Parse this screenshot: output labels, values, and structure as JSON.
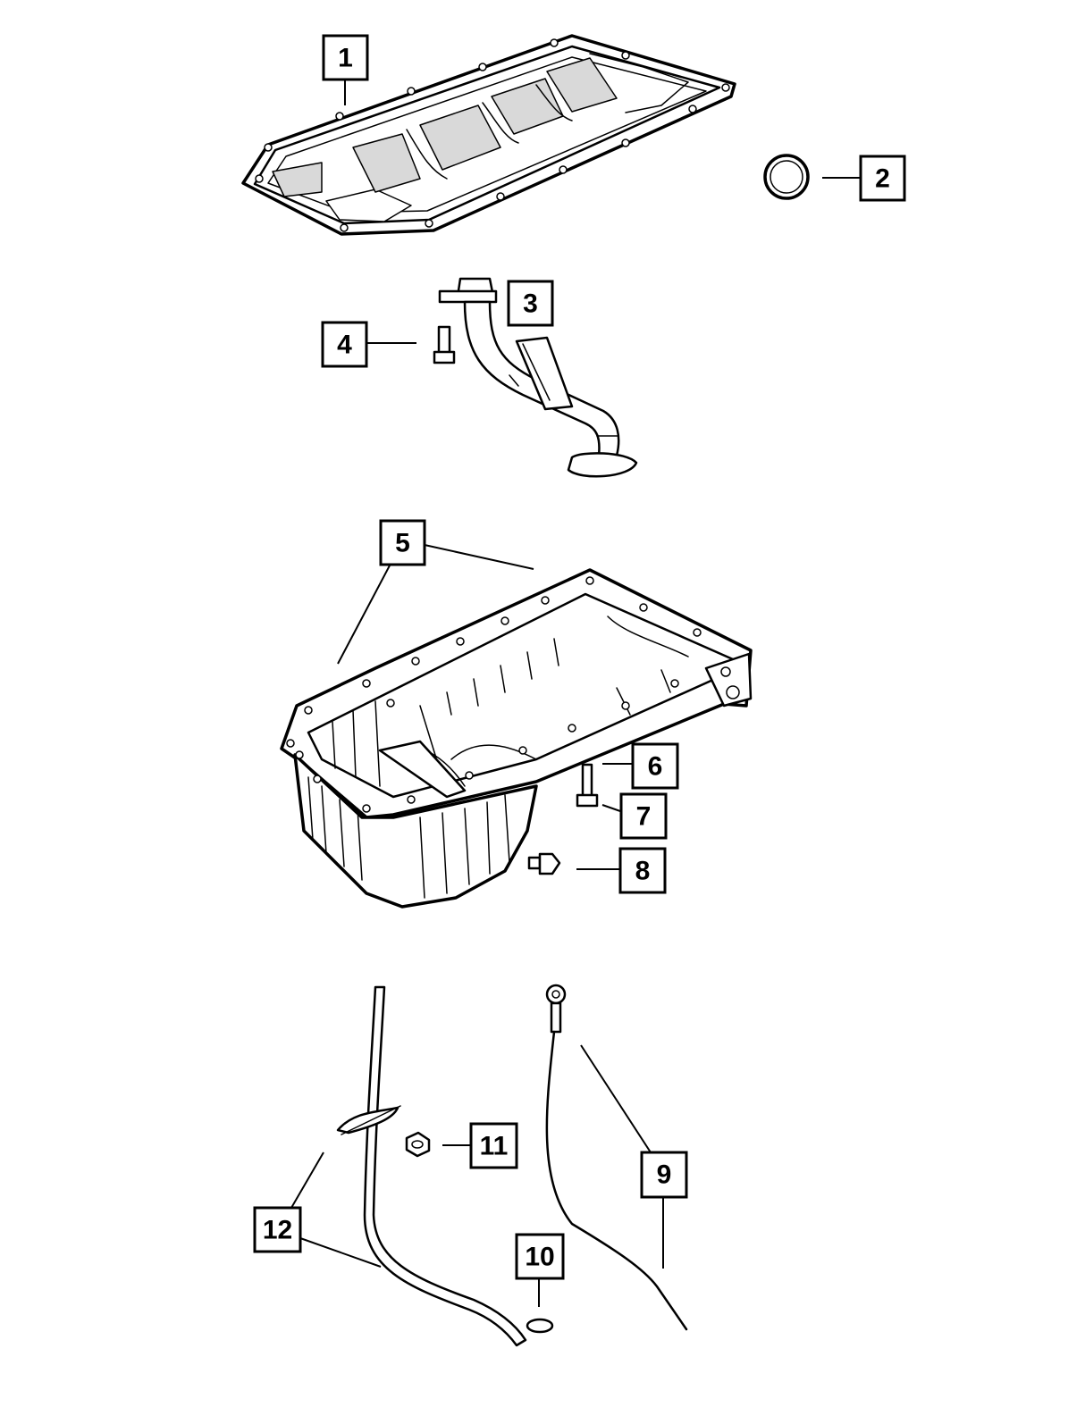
{
  "callouts": {
    "c1": "1",
    "c2": "2",
    "c3": "3",
    "c4": "4",
    "c5": "5",
    "c6": "6",
    "c7": "7",
    "c8": "8",
    "c9": "9",
    "c10": "10",
    "c11": "11",
    "c12": "12"
  },
  "colors": {
    "line": "#000000",
    "background": "#ffffff",
    "shade": "#d9d9d9"
  }
}
